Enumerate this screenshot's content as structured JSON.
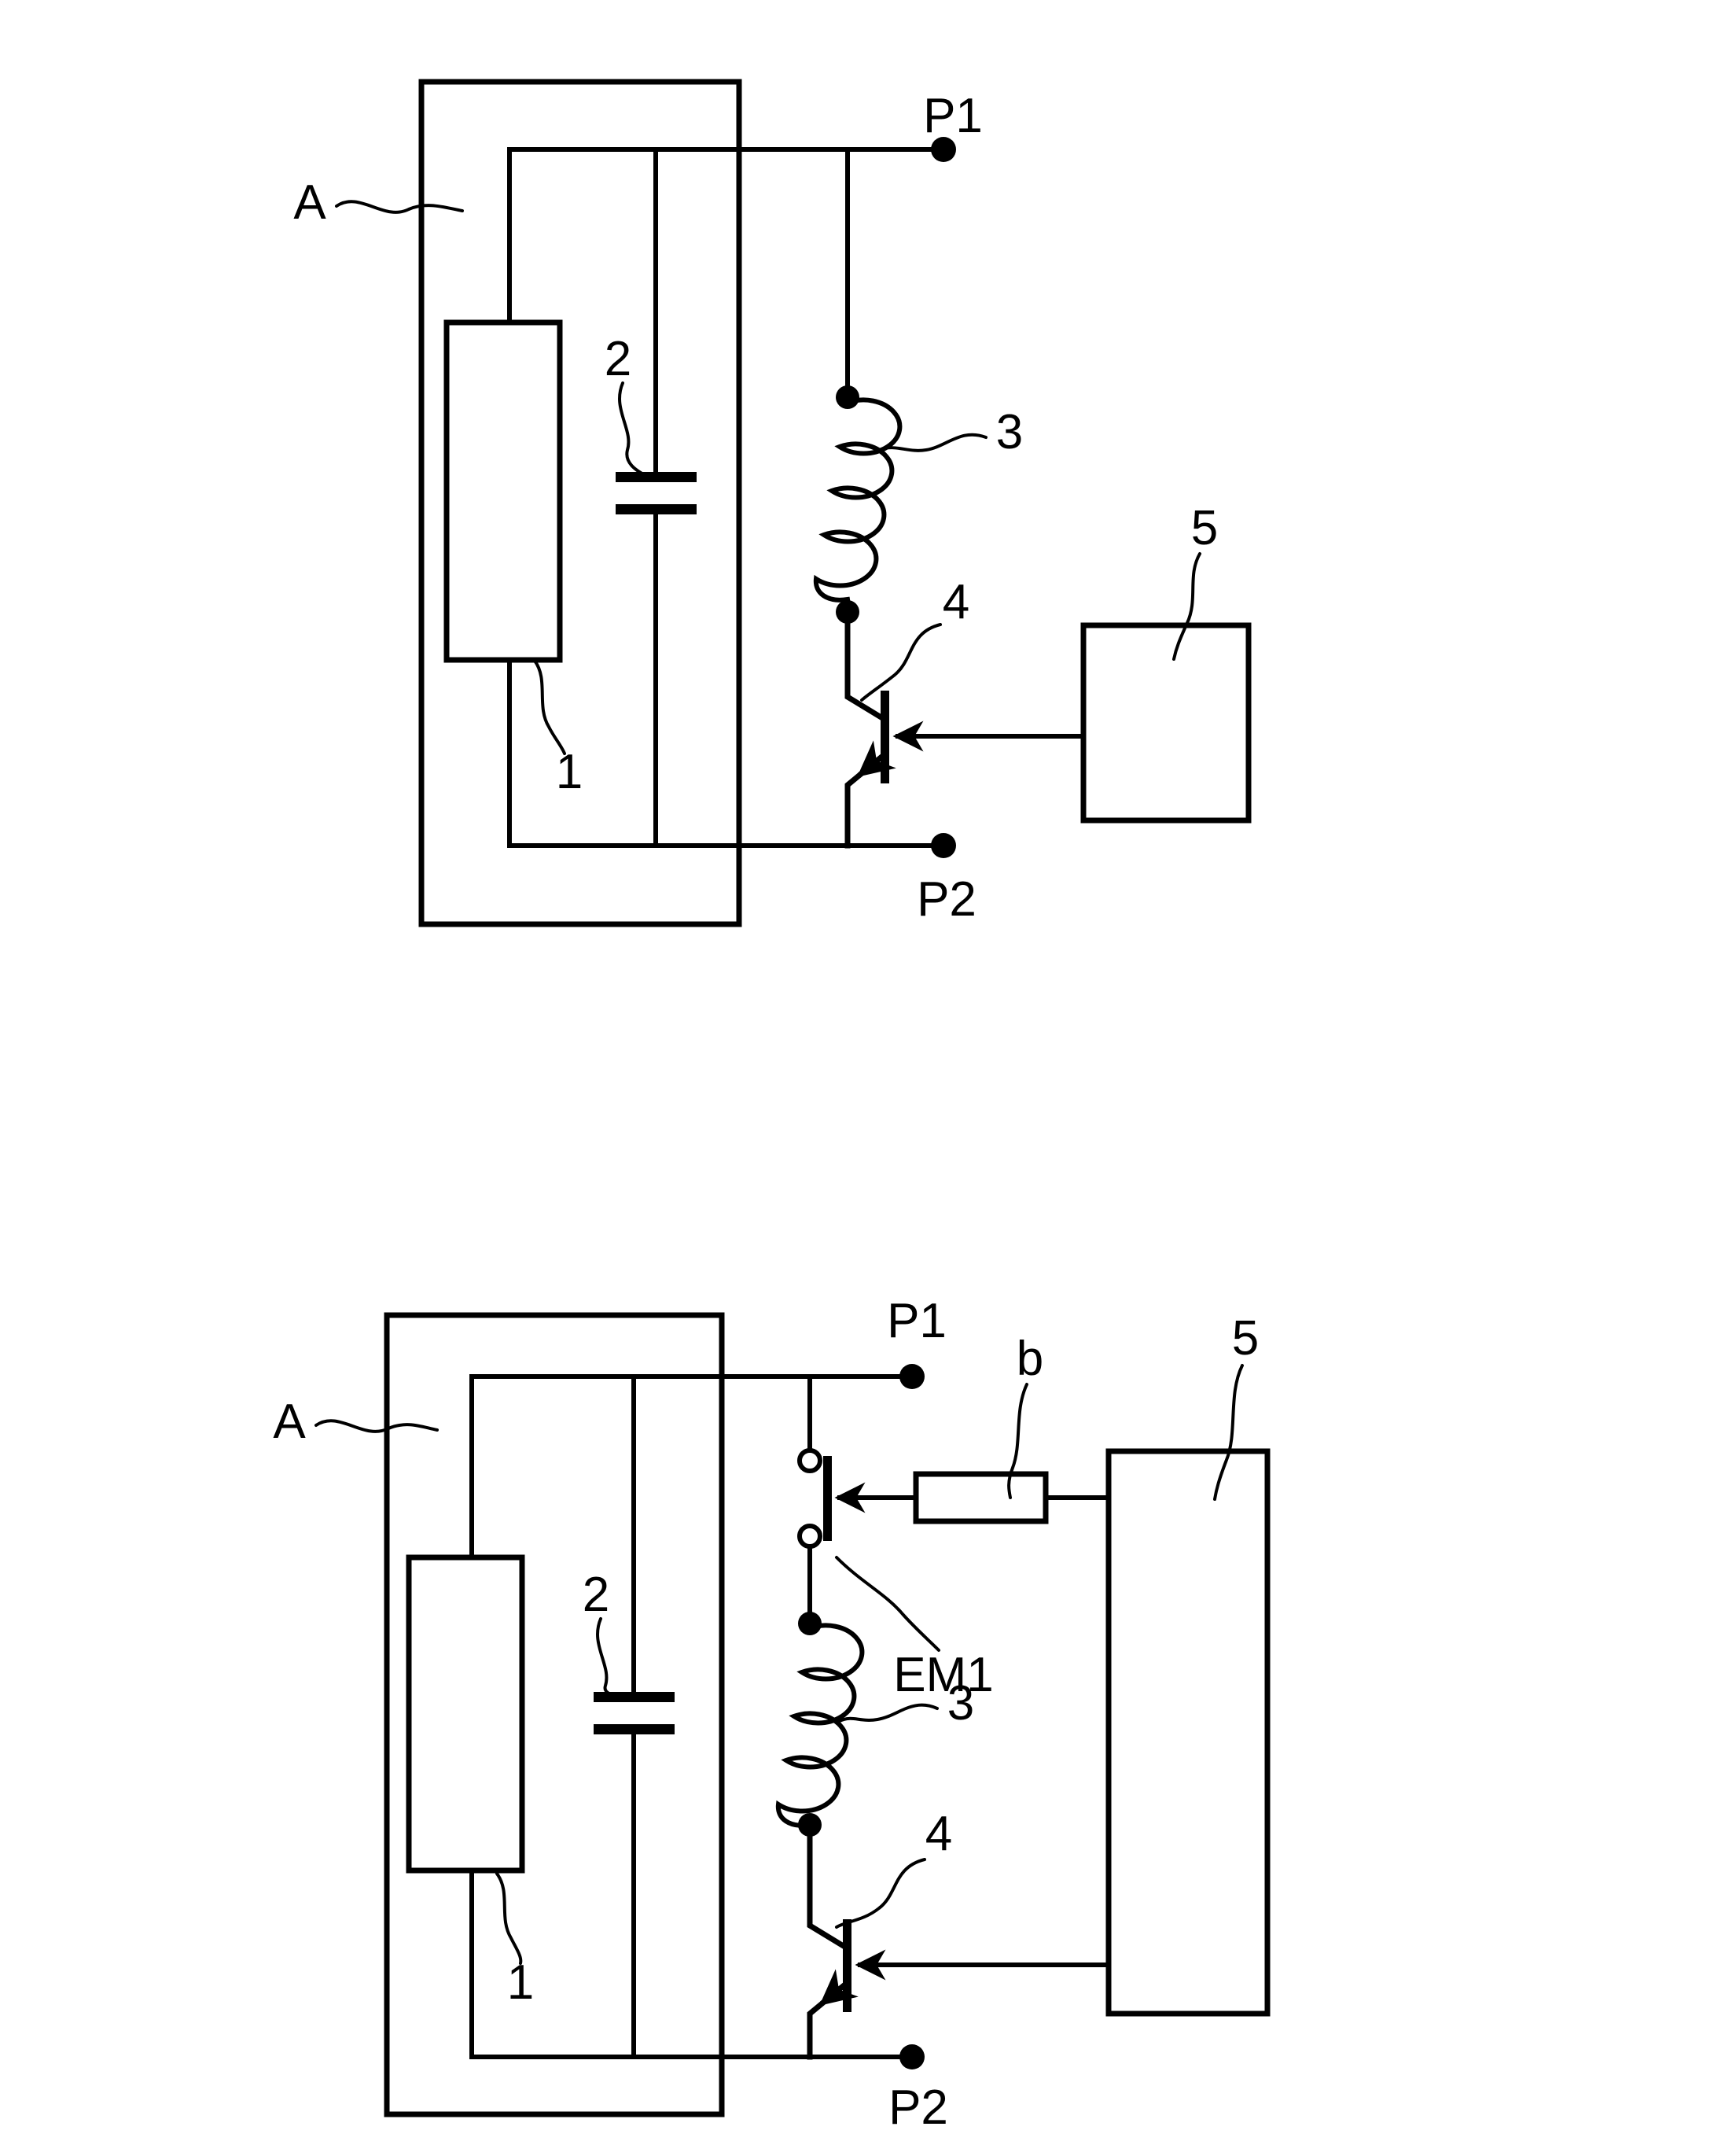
{
  "page": {
    "description": "Patent-style schematic drawing with two circuit figures",
    "paper_color": "#ffffff",
    "ink_color": "#000000"
  },
  "figures": [
    {
      "id": "fig-top",
      "labels": {
        "assembly": "A",
        "terminal_top": "P1",
        "terminal_bottom": "P2",
        "resonator": "1",
        "capacitor": "2",
        "inductor": "3",
        "transistor": "4",
        "controller": "5"
      }
    },
    {
      "id": "fig-bottom",
      "labels": {
        "assembly": "A",
        "terminal_top": "P1",
        "terminal_bottom": "P2",
        "resonator": "1",
        "capacitor": "2",
        "inductor": "3",
        "transistor": "4",
        "controller": "5",
        "switch": "EM1",
        "base_resistor": "b"
      }
    }
  ]
}
